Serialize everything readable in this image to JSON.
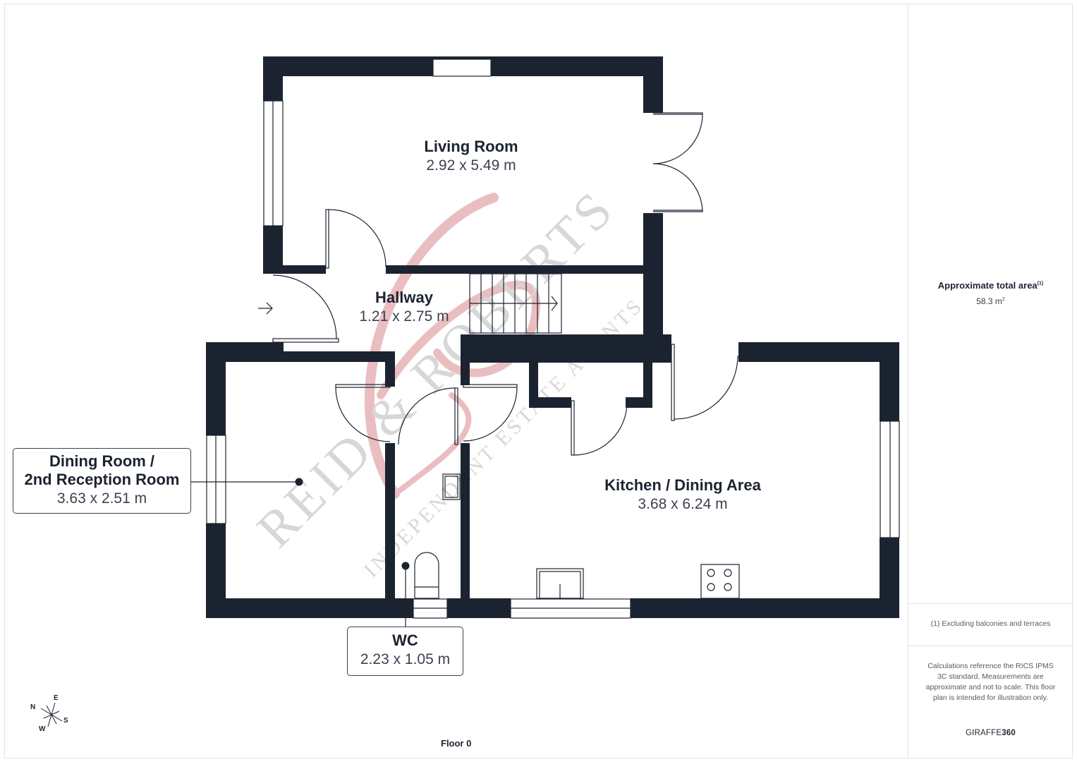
{
  "floor_label": "Floor 0",
  "rooms": [
    {
      "name": "Living Room",
      "dimensions": "2.92 x 5.49 m"
    },
    {
      "name": "Hallway",
      "dimensions": "1.21 x 2.75 m"
    },
    {
      "name_line1": "Dining Room /",
      "name_line2": "2nd Reception Room",
      "dimensions": "3.63 x 2.51 m"
    },
    {
      "name": "Kitchen / Dining Area",
      "dimensions": "3.68 x 6.24 m"
    },
    {
      "name": "WC",
      "dimensions": "2.23 x 1.05 m"
    }
  ],
  "side_panel": {
    "area_title": "Approximate total area",
    "area_footnote_marker": "(1)",
    "area_value": "58.3 m",
    "area_unit_sup": "2",
    "footnote": "(1) Excluding balconies and terraces",
    "disclaimer": "Calculations reference the RICS IPMS 3C standard. Measurements are approximate and not to scale. This floor plan is intended for illustration only.",
    "brand_prefix": "GIRAFFE",
    "brand_suffix": "360"
  },
  "compass": {
    "n": "N",
    "e": "E",
    "s": "S",
    "w": "W"
  },
  "watermark": {
    "line1": "REID & ROBERTS",
    "line2": "INDEPENDENT ESTATE AGENTS",
    "accent_color": "#d98a8f",
    "text_color": "#b8b8b8"
  },
  "colors": {
    "wall": "#1c2330",
    "frame": "#e2e2e2",
    "text": "#1c2330",
    "subtext": "#3b4150"
  }
}
